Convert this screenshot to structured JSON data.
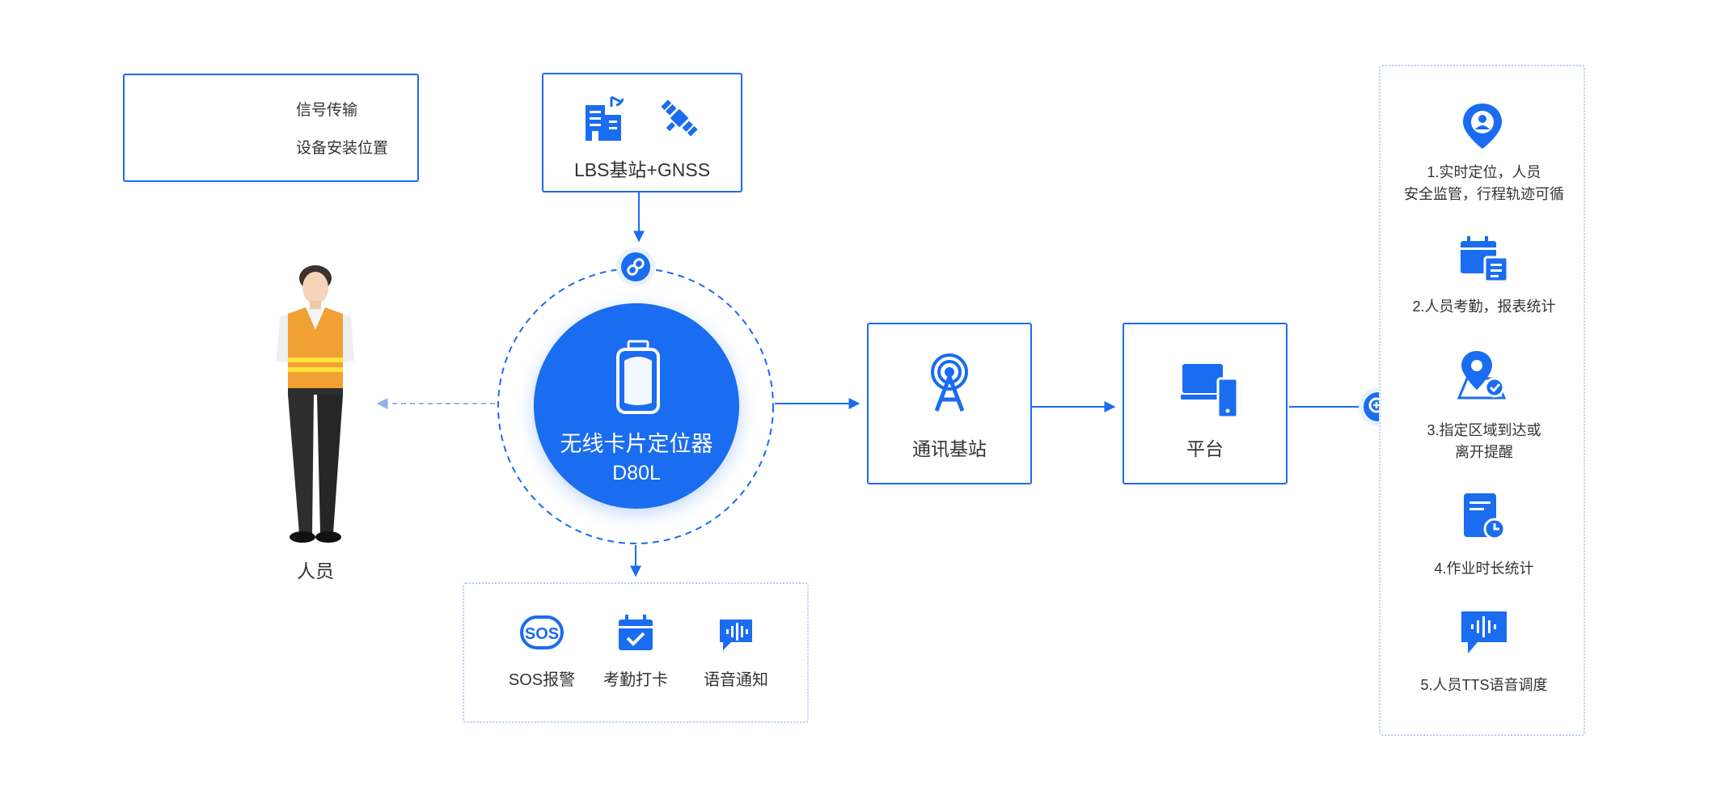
{
  "colors": {
    "primary": "#1a6cf0",
    "light_line": "#8fb3ee",
    "dotted_border": "#b9cdef",
    "text": "#333333"
  },
  "legend": {
    "signal": "信号传输",
    "install": "设备安装位置"
  },
  "gnss": {
    "label": "LBS基站+GNSS",
    "icons": [
      "building-icon",
      "satellite-icon"
    ]
  },
  "person": {
    "label": "人员"
  },
  "device": {
    "name": "无线卡片定位器",
    "model": "D80L"
  },
  "station": {
    "label": "通讯基站",
    "icon": "antenna-icon"
  },
  "platform": {
    "label": "平台",
    "icon": "computer-icon"
  },
  "functions": [
    {
      "icon": "sos-icon",
      "label": "SOS报警"
    },
    {
      "icon": "calendar-check-icon",
      "label": "考勤打卡"
    },
    {
      "icon": "voice-message-icon",
      "label": "语音通知"
    }
  ],
  "features": [
    {
      "icon": "location-person-icon",
      "line1": "1.实时定位，人员",
      "line2": "安全监管，行程轨迹可循"
    },
    {
      "icon": "calendar-report-icon",
      "line1": "2.人员考勤，报表统计",
      "line2": ""
    },
    {
      "icon": "map-pin-check-icon",
      "line1": "3.指定区域到达或",
      "line2": "离开提醒"
    },
    {
      "icon": "document-clock-icon",
      "line1": "4.作业时长统计",
      "line2": ""
    },
    {
      "icon": "voice-dispatch-icon",
      "line1": "5.人员TTS语音调度",
      "line2": ""
    }
  ]
}
